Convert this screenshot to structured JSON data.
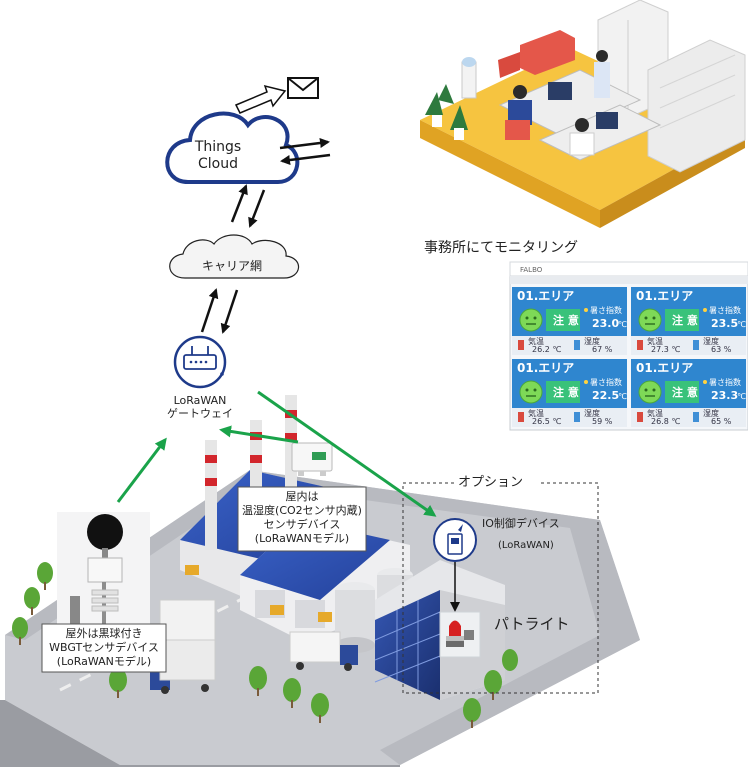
{
  "cloud": {
    "line1": "Things",
    "line2": "Cloud"
  },
  "carrier": {
    "label": "キャリア網"
  },
  "gateway": {
    "line1": "LoRaWAN",
    "line2": "ゲートウェイ"
  },
  "office": {
    "caption": "事務所にてモニタリング"
  },
  "dashboard": {
    "app_name": "FALBO",
    "tiles": [
      {
        "title": "01.エリア",
        "status": "注 意",
        "metric_label": "暑さ指数",
        "metric_value": "23.0",
        "temp_label": "気温",
        "temp_value": "26.2",
        "hum_label": "湿度",
        "hum_value": "67"
      },
      {
        "title": "01.エリア",
        "status": "注 意",
        "metric_label": "暑さ指数",
        "metric_value": "23.5",
        "temp_label": "気温",
        "temp_value": "27.3",
        "hum_label": "湿度",
        "hum_value": "63"
      },
      {
        "title": "01.エリア",
        "status": "注 意",
        "metric_label": "暑さ指数",
        "metric_value": "22.5",
        "temp_label": "気温",
        "temp_value": "26.5",
        "hum_label": "湿度",
        "hum_value": "59"
      },
      {
        "title": "01.エリア",
        "status": "注 意",
        "metric_label": "暑さ指数",
        "metric_value": "23.3",
        "temp_label": "気温",
        "temp_value": "26.8",
        "hum_label": "湿度",
        "hum_value": "65"
      }
    ]
  },
  "indoor_sensor": {
    "line1": "屋内は",
    "line2": "温湿度(CO2センサ内蔵)",
    "line3": "センサデバイス",
    "line4": "(LoRaWANモデル)"
  },
  "option": {
    "label": "オプション",
    "io_line1": "IO制御デバイス",
    "io_line2": "(LoRaWAN)",
    "patlite": "パトライト"
  },
  "outdoor_sensor": {
    "line1": "屋外は黒球付き",
    "line2": "WBGTセンサデバイス",
    "line3": "(LoRaWANモデル)"
  },
  "colors": {
    "cloud_stroke": "#1e3a8a",
    "arrow_green": "#1aa34a",
    "platform": "#f3bd36",
    "tile_blue": "#2f86cf",
    "status_green": "#39c27a"
  }
}
